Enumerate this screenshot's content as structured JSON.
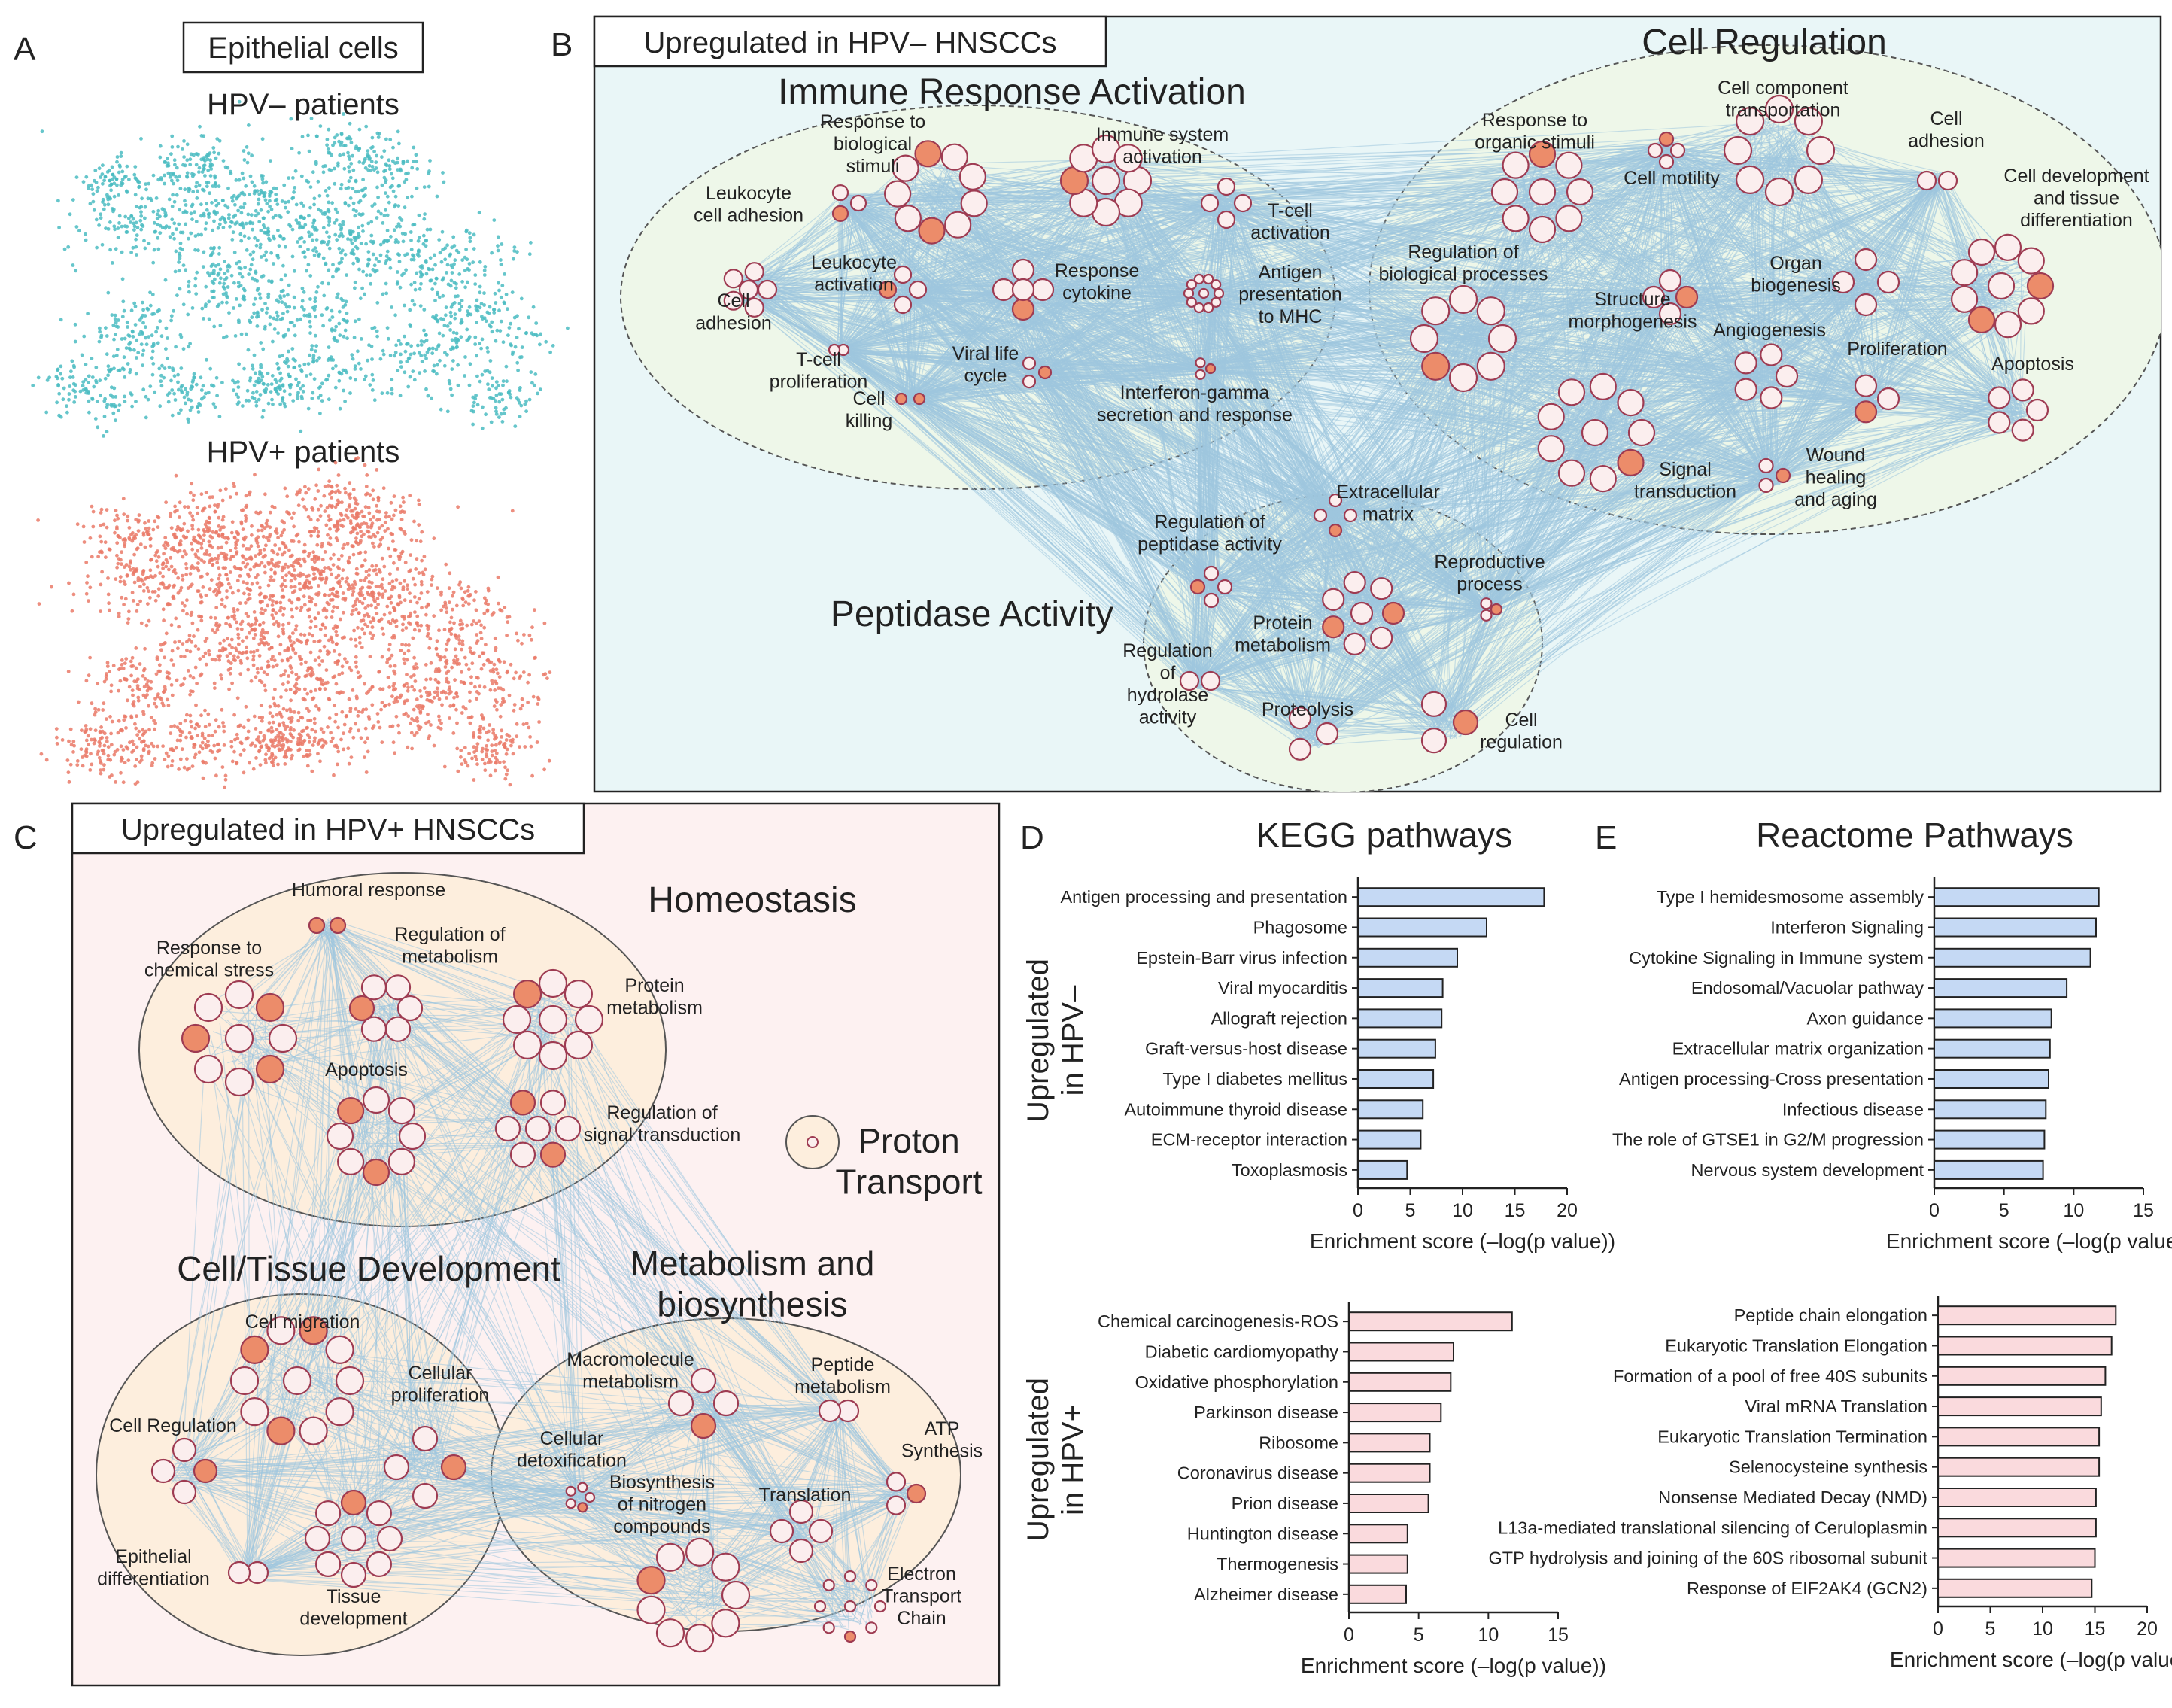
{
  "panels": {
    "a": {
      "letter": "A",
      "title": "Epithelial cells",
      "group_1": "HPV– patients",
      "group_2": "HPV+ patients",
      "colors": {
        "hpv_neg": "#4bbcc2",
        "hpv_pos": "#ea7a68"
      }
    },
    "b": {
      "letter": "B",
      "title": "Upregulated in HPV– HNSCCs",
      "clusters": [
        "Immune Response Activation",
        "Cell Regulation",
        "Peptidase Activity"
      ],
      "labels": [
        [
          "Response to",
          "biological",
          "stimuli"
        ],
        [
          "Immune system",
          "activation"
        ],
        [
          "Leukocyte",
          "cell adhesion"
        ],
        [
          "T-cell",
          "activation"
        ],
        [
          "Leukocyte",
          "activation"
        ],
        [
          "Response",
          "cytokine"
        ],
        [
          "Antigen",
          "presentation",
          "to MHC"
        ],
        [
          "Cell",
          "adhesion"
        ],
        [
          "T-cell",
          "proliferation"
        ],
        [
          "Viral life",
          "cycle"
        ],
        [
          "Cell",
          "killing"
        ],
        [
          "Interferon-gamma",
          "secretion and response"
        ],
        [
          "Response to",
          "organic stimuli"
        ],
        [
          "Cell motility"
        ],
        [
          "Cell component",
          "transportation"
        ],
        [
          "Cell",
          "adhesion"
        ],
        [
          "Cell development",
          "and tissue",
          "differentiation"
        ],
        [
          "Regulation of",
          "biological processes"
        ],
        [
          "Organ",
          "biogenesis"
        ],
        [
          "Structure",
          "morphogenesis"
        ],
        [
          "Angiogenesis"
        ],
        [
          "Proliferation"
        ],
        [
          "Apoptosis"
        ],
        [
          "Signal",
          "transduction"
        ],
        [
          "Wound",
          "healing",
          "and aging"
        ],
        [
          "Extracellular",
          "matrix"
        ],
        [
          "Regulation of",
          "peptidase activity"
        ],
        [
          "Reproductive",
          "process"
        ],
        [
          "Protein",
          "metabolism"
        ],
        [
          "Regulation",
          "of",
          "hydrolase",
          "activity"
        ],
        [
          "Proteolysis"
        ],
        [
          "Cell",
          "regulation"
        ]
      ]
    },
    "c": {
      "letter": "C",
      "title": "Upregulated in HPV+ HNSCCs",
      "clusters": [
        [
          "Homeostasis"
        ],
        [
          "Cell/Tissue Development"
        ],
        [
          "Metabolism and",
          "biosynthesis"
        ],
        [
          "Proton",
          "Transport"
        ]
      ],
      "labels": [
        [
          "Humoral response"
        ],
        [
          "Response to",
          "chemical stress"
        ],
        [
          "Regulation of",
          "metabolism"
        ],
        [
          "Protein",
          "metabolism"
        ],
        [
          "Apoptosis"
        ],
        [
          "Regulation of",
          "signal transduction"
        ],
        [
          "Cell migration"
        ],
        [
          "Cellular",
          "proliferation"
        ],
        [
          "Cell Regulation"
        ],
        [
          "Epithelial",
          "differentiation"
        ],
        [
          "Tissue",
          "development"
        ],
        [
          "Macromolecule",
          "metabolism"
        ],
        [
          "Peptide",
          "metabolism"
        ],
        [
          "ATP",
          "Synthesis"
        ],
        [
          "Cellular",
          "detoxification"
        ],
        [
          "Biosynthesis",
          "of nitrogen",
          "compounds"
        ],
        [
          "Translation"
        ],
        [
          "Electron",
          "Transport",
          "Chain"
        ]
      ]
    },
    "d": {
      "letter": "D",
      "title": "KEGG pathways"
    },
    "e": {
      "letter": "E",
      "title": "Reactome Pathways"
    }
  },
  "row_labels": {
    "top": [
      "Upregulated",
      "in HPV–"
    ],
    "bottom": [
      "Upregulated",
      "in HPV+"
    ]
  },
  "colors": {
    "bar_hpv_neg": "#c5d9f4",
    "bar_hpv_pos": "#fadadd",
    "edge": "#9ec7de",
    "node_fill": "#fbeeee",
    "node_stroke": "#9e3b52",
    "node_accent": "#ec8c6a",
    "panel_b_bg": "#e9f6f7",
    "panel_c_bg": "#fdf1f1",
    "cluster_b_fill": "#eef7e9",
    "cluster_c_fill": "#fdeedd"
  },
  "chart_data": [
    {
      "type": "bar",
      "orientation": "horizontal",
      "panel": "D",
      "title": "KEGG pathways",
      "row_label": "Upregulated in HPV–",
      "categories": [
        "Antigen processing and presentation",
        "Phagosome",
        "Epstein-Barr virus infection",
        "Viral myocarditis",
        "Allograft rejection",
        "Graft-versus-host disease",
        "Type I diabetes mellitus",
        "Autoimmune thyroid disease",
        "ECM-receptor interaction",
        "Toxoplasmosis"
      ],
      "values": [
        17.8,
        12.3,
        9.5,
        8.1,
        8.0,
        7.4,
        7.2,
        6.2,
        6.0,
        4.7
      ],
      "xlabel": "Enrichment score (–log(p value))",
      "xlim": [
        0,
        20
      ],
      "xticks": [
        0,
        5,
        10,
        15,
        20
      ],
      "color": "#c5d9f4"
    },
    {
      "type": "bar",
      "orientation": "horizontal",
      "panel": "E",
      "title": "Reactome Pathways",
      "row_label": "Upregulated in HPV–",
      "categories": [
        "Type I hemidesmosome assembly",
        "Interferon Signaling",
        "Cytokine Signaling in Immune system",
        "Endosomal/Vacuolar pathway",
        "Axon guidance",
        "Extracellular matrix organization",
        "Antigen processing-Cross presentation",
        "Infectious disease",
        "The role of GTSE1 in G2/M progression",
        "Nervous system development"
      ],
      "values": [
        11.8,
        11.6,
        11.2,
        9.5,
        8.4,
        8.3,
        8.2,
        8.0,
        7.9,
        7.8
      ],
      "xlabel": "Enrichment score (–log(p value))",
      "xlim": [
        0,
        15
      ],
      "xticks": [
        0,
        5,
        10,
        15
      ],
      "color": "#c5d9f4"
    },
    {
      "type": "bar",
      "orientation": "horizontal",
      "panel": "D",
      "row_label": "Upregulated in HPV+",
      "categories": [
        "Chemical carcinogenesis-ROS",
        "Diabetic cardiomyopathy",
        "Oxidative phosphorylation",
        "Parkinson disease",
        "Ribosome",
        "Coronavirus disease",
        "Prion disease",
        "Huntington disease",
        "Thermogenesis",
        "Alzheimer disease"
      ],
      "values": [
        11.7,
        7.5,
        7.3,
        6.6,
        5.8,
        5.8,
        5.7,
        4.2,
        4.2,
        4.1
      ],
      "xlabel": "Enrichment score (–log(p value))",
      "xlim": [
        0,
        15
      ],
      "xticks": [
        0,
        5,
        10,
        15
      ],
      "color": "#fadadd"
    },
    {
      "type": "bar",
      "orientation": "horizontal",
      "panel": "E",
      "row_label": "Upregulated in HPV+",
      "categories": [
        "Peptide chain elongation",
        "Eukaryotic Translation Elongation",
        "Formation of a pool of free 40S subunits",
        "Viral mRNA Translation",
        "Eukaryotic Translation Termination",
        "Selenocysteine synthesis",
        "Nonsense Mediated Decay (NMD)",
        "L13a-mediated translational silencing of Ceruloplasmin",
        "GTP hydrolysis and joining of the 60S ribosomal subunit",
        "Response of EIF2AK4 (GCN2)"
      ],
      "values": [
        17.0,
        16.6,
        16.0,
        15.6,
        15.4,
        15.4,
        15.1,
        15.1,
        15.0,
        14.7
      ],
      "xlabel": "Enrichment score (–log(p value))",
      "xlim": [
        0,
        20
      ],
      "xticks": [
        0,
        5,
        10,
        15,
        20
      ],
      "color": "#fadadd"
    }
  ]
}
